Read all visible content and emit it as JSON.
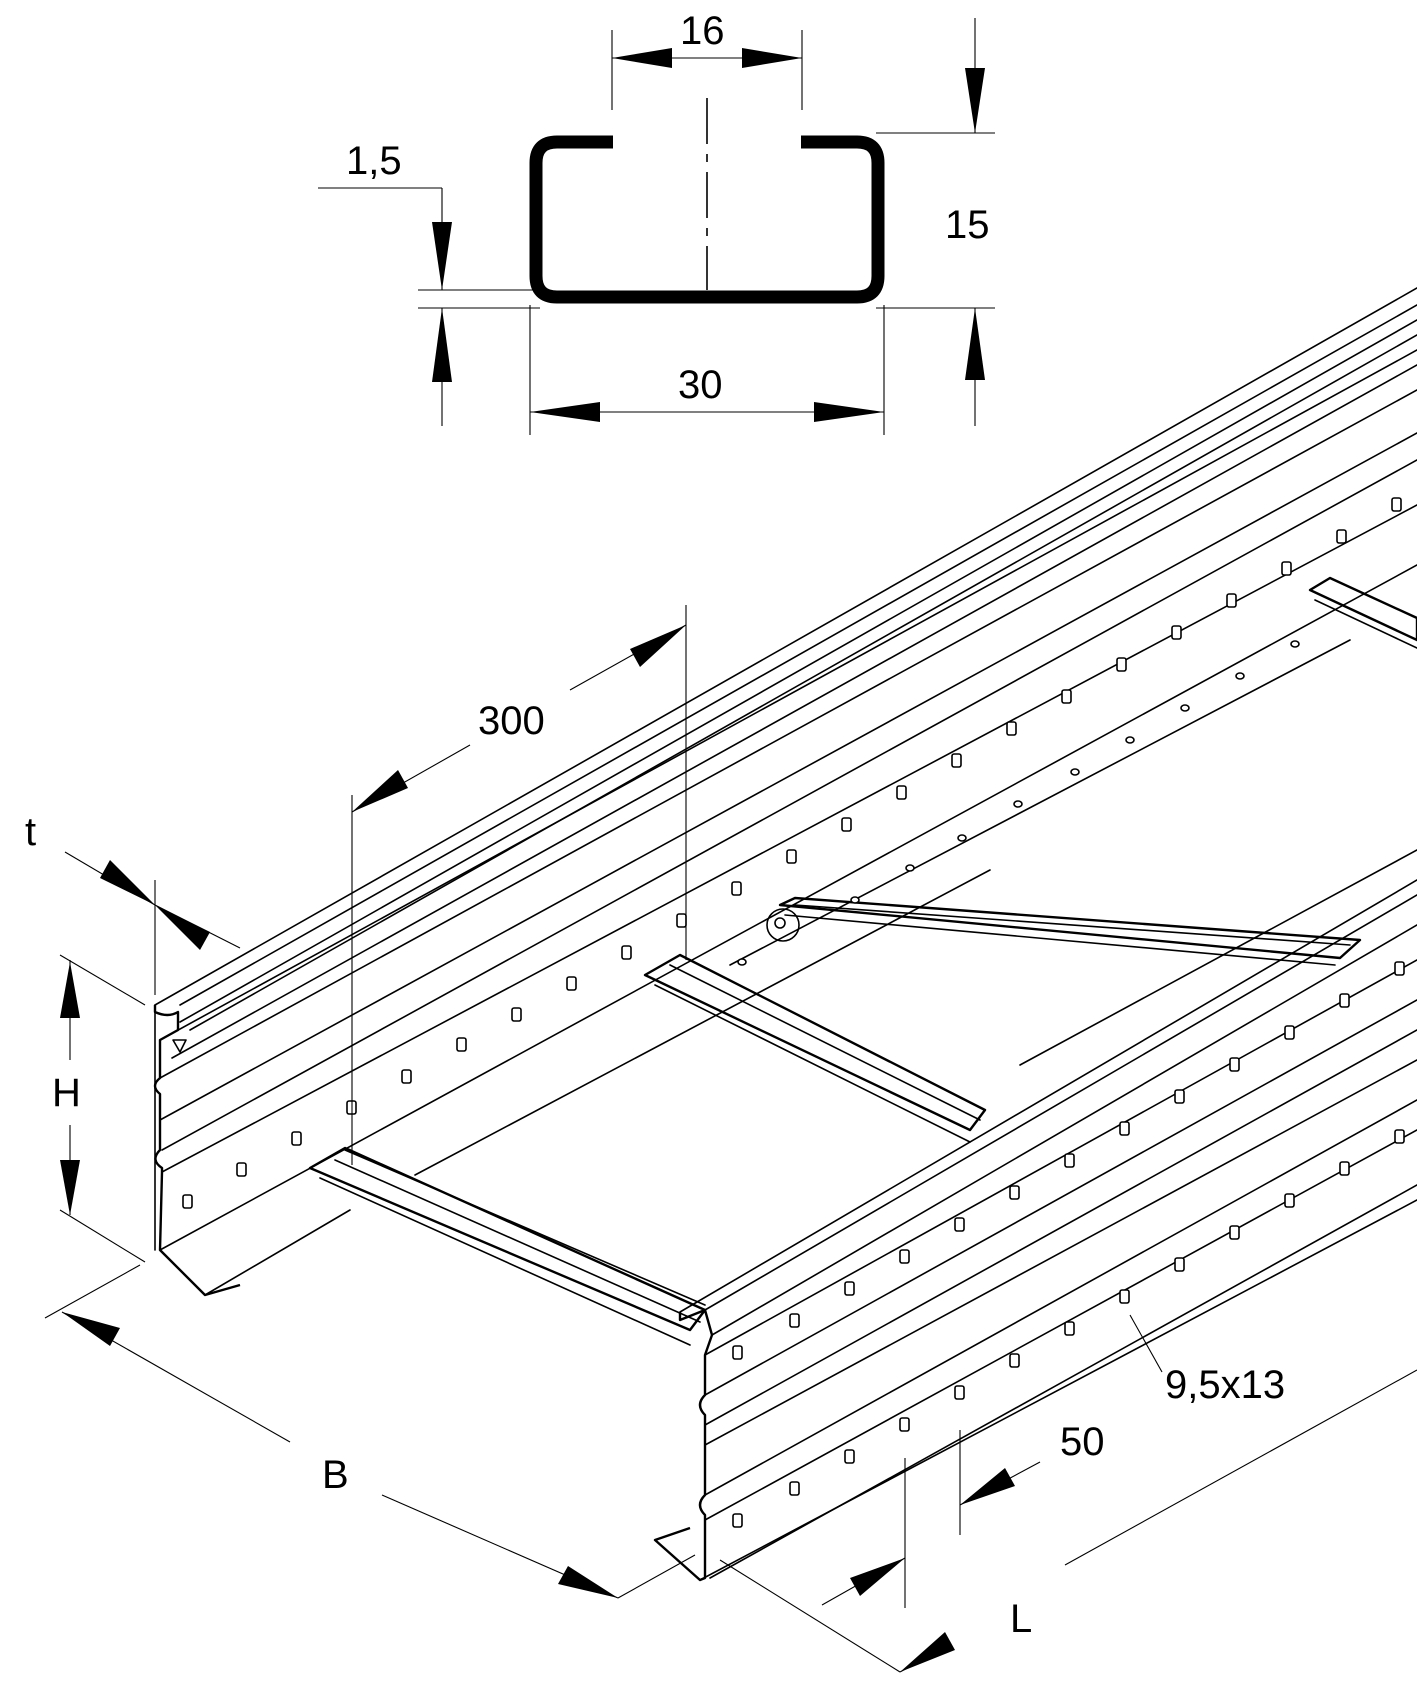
{
  "profile": {
    "opening": "16",
    "wall": "1,5",
    "height": "15",
    "width": "30"
  },
  "tray": {
    "rung_spacing": "300",
    "thickness": "t",
    "side_height": "H",
    "width": "B",
    "length": "L",
    "slot_size": "9,5x13",
    "slot_pitch": "50"
  }
}
